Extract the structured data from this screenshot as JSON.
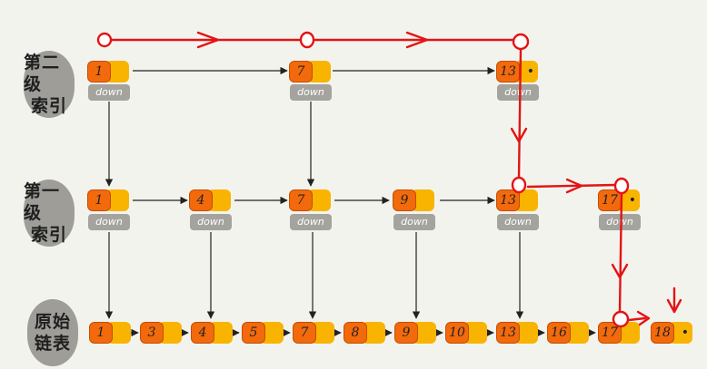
{
  "labels": {
    "level2_index": [
      "第二级",
      "索引"
    ],
    "level1_index": [
      "第一级",
      "索引"
    ],
    "original_list": [
      "原始",
      "链表"
    ]
  },
  "down_text": "down",
  "level2_nodes": [
    "1",
    "7",
    "13"
  ],
  "level1_nodes": [
    "1",
    "4",
    "7",
    "9",
    "13",
    "17"
  ],
  "list_nodes": [
    "1",
    "3",
    "4",
    "5",
    "7",
    "8",
    "9",
    "10",
    "13",
    "16",
    "17",
    "18"
  ],
  "colors": {
    "value_cell": "#f26a0c",
    "pointer_cell": "#f8b400",
    "down_box": "#a4a39d",
    "label_blob": "#9e9d97",
    "arrow": "#222222",
    "search_path": "#e31414",
    "background": "#f3f3ee"
  }
}
